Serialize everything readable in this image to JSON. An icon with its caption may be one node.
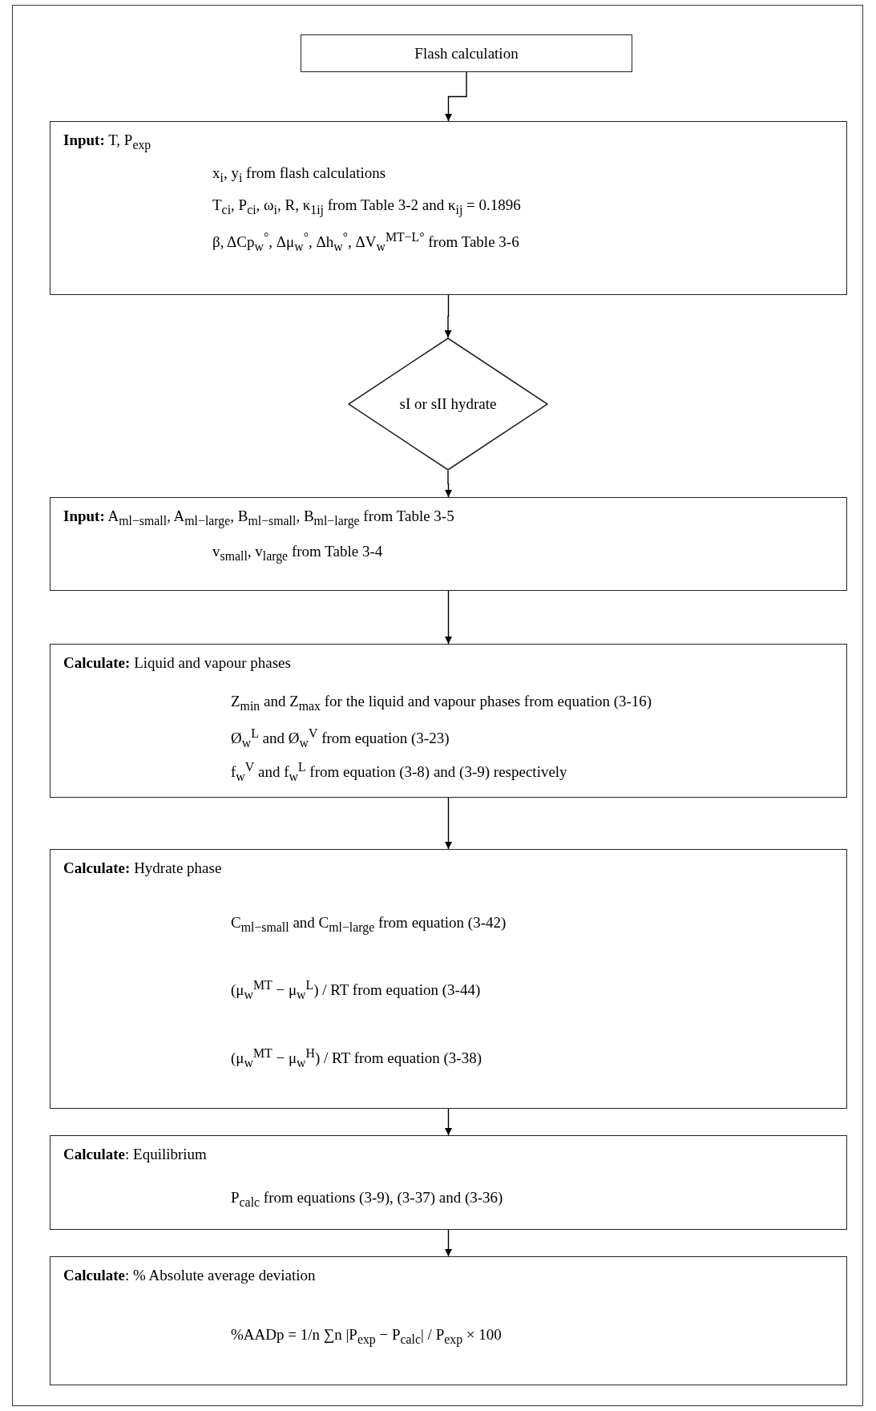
{
  "diagram": {
    "nodes": [
      {
        "text": [
          "Flash calculation"
        ]
      },
      {
        "text": [
          "**Input:** T, P$_{exp}$",
          "x$_{i}$, y$_{i}$ from flash calculations",
          "T$_{ci}$, P$_{ci}$, ω$_{i}$, R, κ$_{1ij}$ from Table 3-2 and κ$_{ij}$ = 0.1896",
          "β, ΔCp$_{w}$$^{°}$, Δμ$_{w}$$^{°}$, Δh$_{w}$$^{°}$, ΔV$_{w}$$^{MT−L°}$ from Table 3-6"
        ]
      },
      {
        "text": [
          "sI or sII hydrate"
        ]
      },
      {
        "text": [
          "**Input:** A$_{ml−small}$, A$_{ml−large}$, B$_{ml−small}$, B$_{ml−large}$ from Table 3-5",
          "v$_{small}$, v$_{large}$ from Table 3-4"
        ]
      },
      {
        "text": [
          "**Calculate:** Liquid and vapour phases",
          "Z$_{min}$ and Z$_{max}$ for the liquid and vapour phases from equation (3-16)",
          "Ø$_{w}$$^{L}$ and Ø$_{w}$$^{V}$ from equation (3-23)",
          "f$_{w}$$^{V}$ and f$_{w}$$^{L}$ from equation (3-8) and (3-9) respectively"
        ]
      },
      {
        "text": [
          "**Calculate:** Hydrate phase",
          "C$_{ml−small}$ and C$_{ml−large}$ from equation (3-42)",
          "(μ$_{w}$$^{MT}$ − μ$_{w}$$^{L}$) / RT from equation (3-44)",
          "(μ$_{w}$$^{MT}$ − μ$_{w}$$^{H}$) / RT from equation (3-38)"
        ]
      },
      {
        "text": [
          "**Calculate**: Equilibrium",
          "P$_{calc}$ from equations (3-9), (3-37) and (3-36)"
        ]
      },
      {
        "text": [
          "**Calculate**: % Absolute average deviation",
          "%AADp = 1/n ∑n |P$_{exp}$ − P$_{calc}$| / P$_{exp}$ × 100"
        ]
      }
    ],
    "edges": [
      {
        "from": 0,
        "to": 1,
        "arrow": "to"
      },
      {
        "from": 1,
        "to": 2,
        "arrow": "to"
      },
      {
        "from": 2,
        "to": 3,
        "arrow": "to"
      },
      {
        "from": 3,
        "to": 4,
        "arrow": "to"
      },
      {
        "from": 4,
        "to": 5,
        "arrow": "to"
      },
      {
        "from": 5,
        "to": 6,
        "arrow": "to"
      },
      {
        "from": 6,
        "to": 7,
        "arrow": "to"
      }
    ]
  }
}
